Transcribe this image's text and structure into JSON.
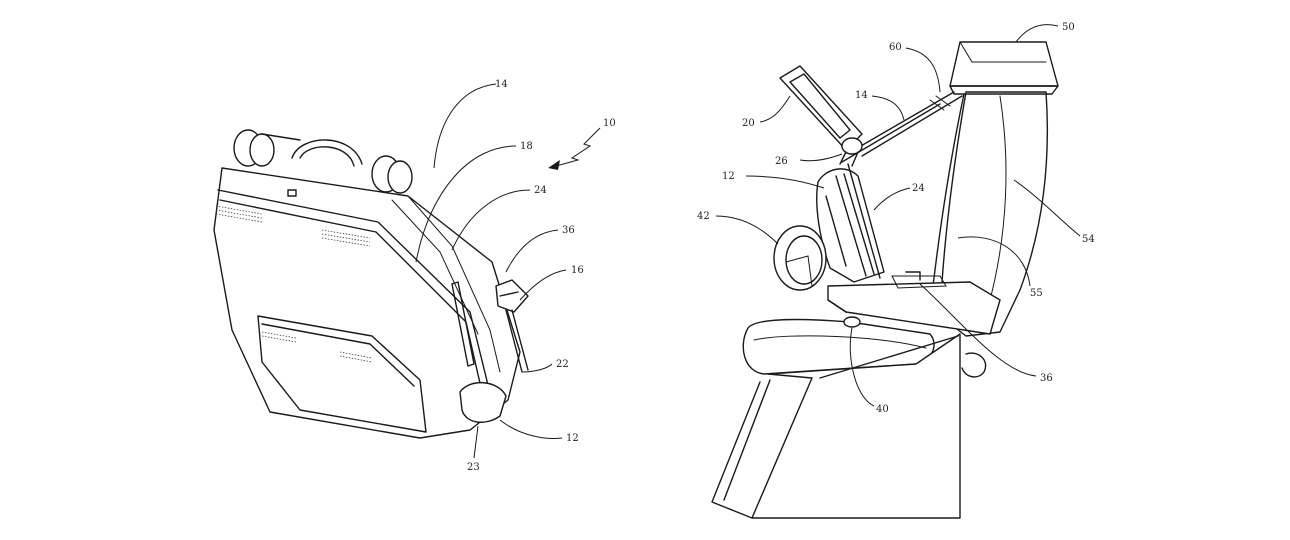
{
  "figure_left": {
    "ref_labels": {
      "assembly": "10",
      "back_cover": "14",
      "rail": "18",
      "panel": "24",
      "mount": "36",
      "arm_unit": "16",
      "lower_end": "22",
      "seat_body": "12",
      "bottom_stop": "23"
    }
  },
  "figure_right": {
    "ref_labels": {
      "display": "20",
      "hinge": "26",
      "arm": "14",
      "column": "60",
      "head_unit": "50",
      "seat_back": "12",
      "panel": "24",
      "ring": "42",
      "seat_shell": "54",
      "inner_back": "55",
      "tray_mount": "36",
      "base": "40"
    }
  }
}
